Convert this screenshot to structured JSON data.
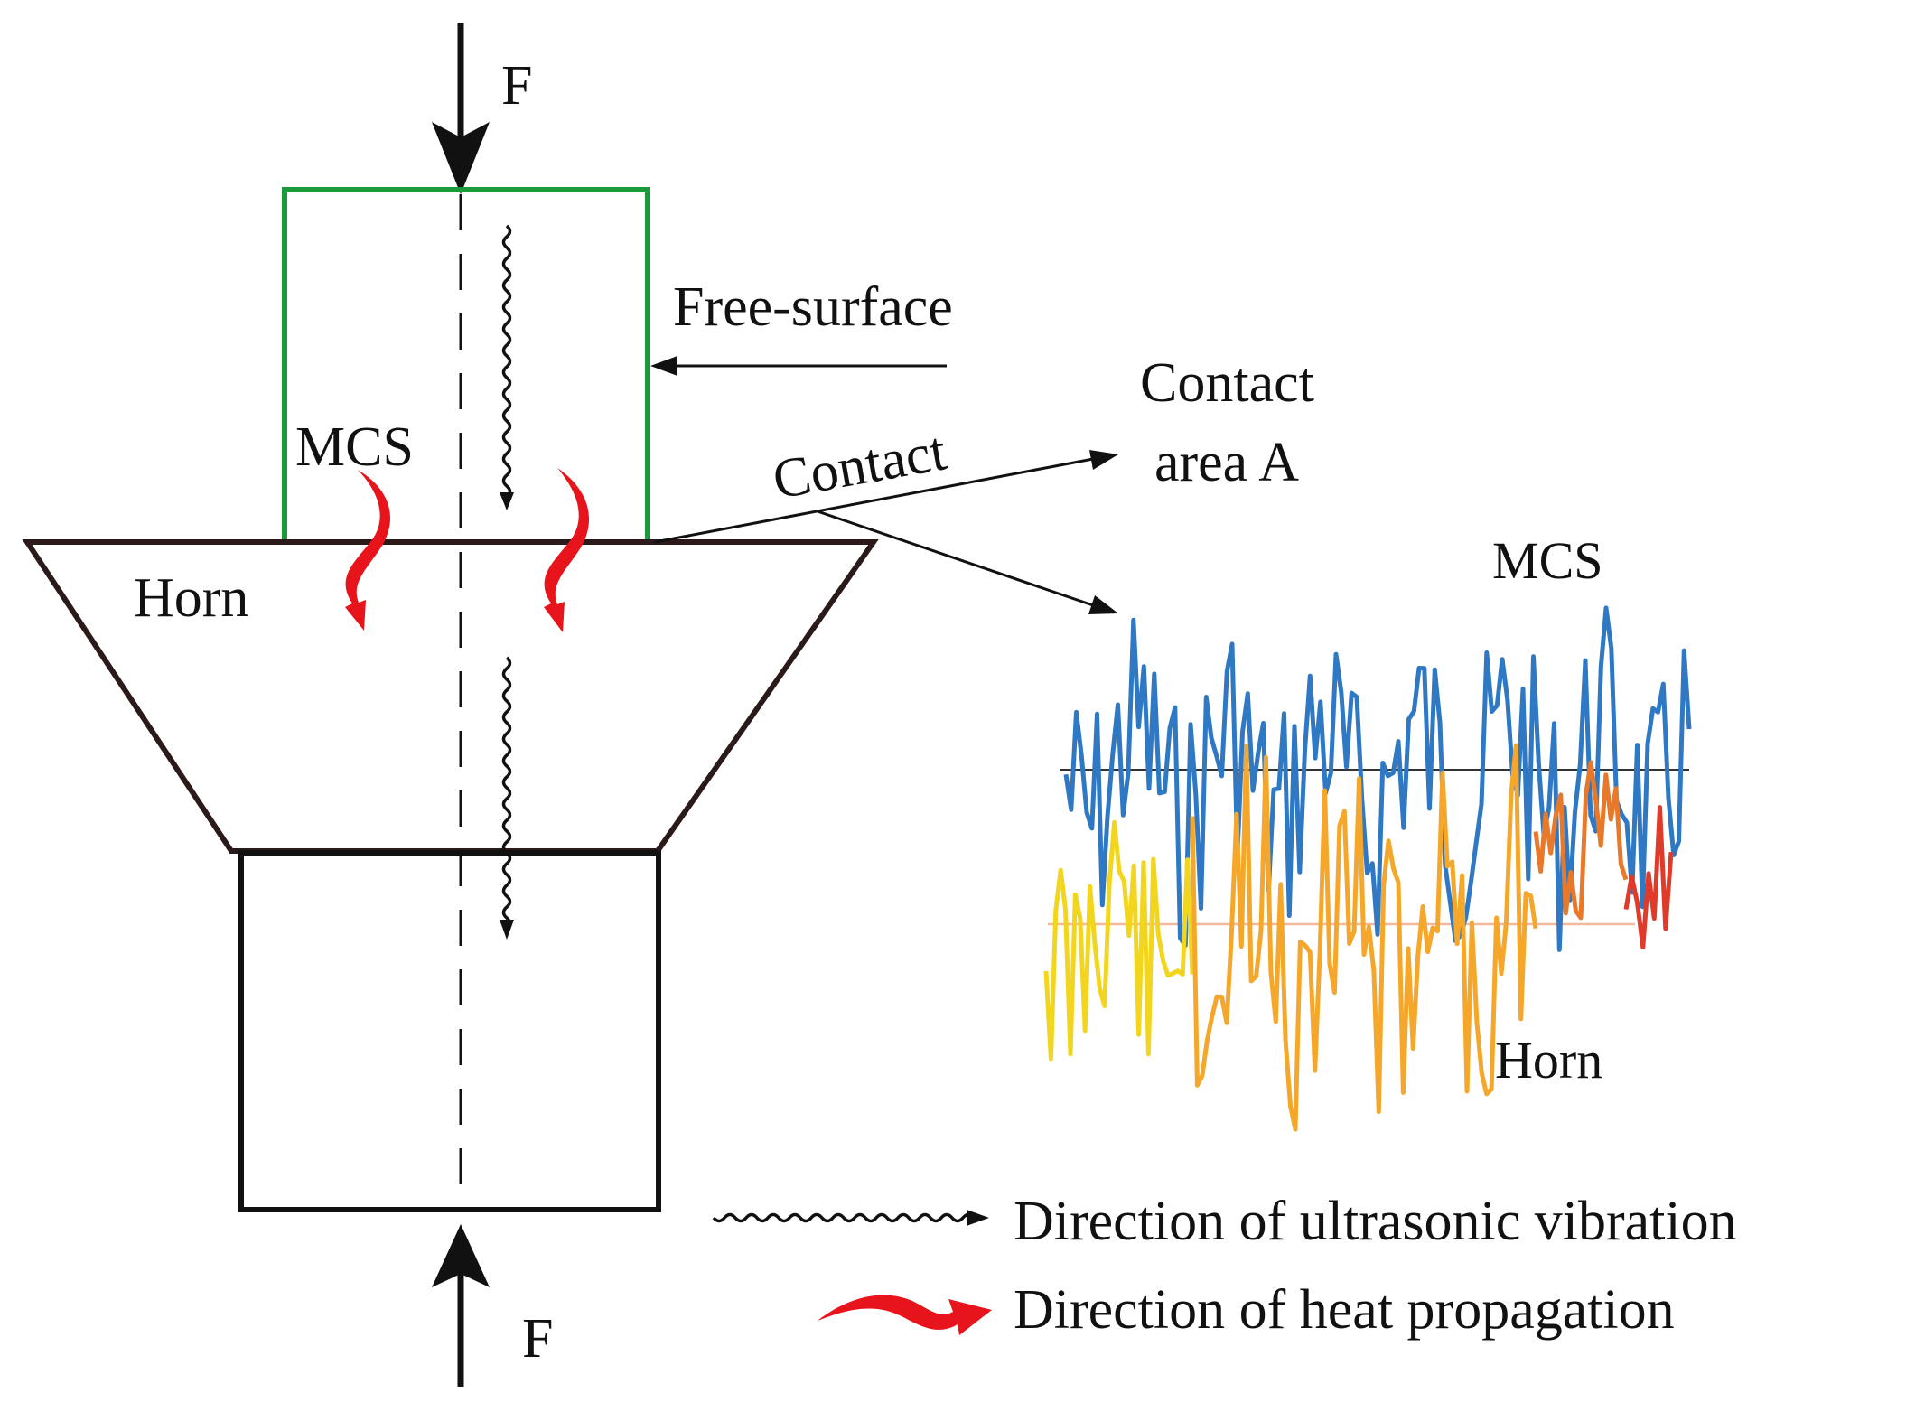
{
  "labels": {
    "force_top": "F",
    "force_bottom": "F",
    "free_surface": "Free-surface",
    "contact": "Contact",
    "contact_area_line1": "Contact",
    "contact_area_line2": "area A",
    "mcs_left": "MCS",
    "horn_left": "Horn",
    "mcs_profile": "MCS",
    "horn_profile": "Horn"
  },
  "legend": [
    {
      "icon": "wavy-arrow-icon",
      "text": "Direction of ultrasonic vibration"
    },
    {
      "icon": "heat-arrow-icon",
      "text": "Direction of heat propagation"
    }
  ],
  "colors": {
    "mcs_outline": "#1a9a3a",
    "outline": "#1a1a1a",
    "heat_arrow": "#e8141c",
    "profile_mcs": "#2f78c4",
    "profile_horn_left": "#f2d51e",
    "profile_horn_mid": "#f4a72a",
    "profile_horn_right": "#e8782a",
    "profile_horn_end": "#e03a2a",
    "mean_line_mcs": "#333333",
    "mean_line_horn": "#f3b79a"
  }
}
